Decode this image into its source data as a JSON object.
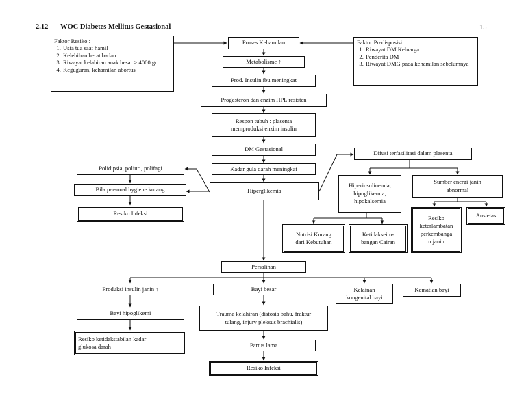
{
  "header": {
    "section_number": "2.12",
    "title": "WOC Diabetes Mellitus Gestasional",
    "page_number": "15"
  },
  "risk_factors": {
    "title": "Faktor Resiko :",
    "items": [
      "Usia tua saat hamil",
      "Kelebihan berat badan",
      "Riwayat kelahiran anak besar > 4000 gr",
      "Keguguran, kehamilan abortus"
    ]
  },
  "predisposition": {
    "title": "Faktor Predisposisi :",
    "items": [
      "Riwayat DM Keluarga",
      "Penderita DM",
      "Riwayat DMG pada kehamilan sebelumnya"
    ]
  },
  "nodes": {
    "proses_kehamilan": "Proses Kehamilan",
    "metabolisme": "Metabolisme ↑",
    "prod_insulin": "Prod. Insulin ibu meningkat",
    "progesteron": "Progesteron dan enzim HPL resisten",
    "respon_tubuh": "Respon tubuh : plasenta\nmemproduksi enzim insulin",
    "dm_gestasional": "DM Gestasional",
    "kadar_gula": "Kadar gula darah meningkat",
    "hiperglikemia": "Hiperglikemia",
    "polidipsia": "Polidipsia, poliuri, polifagi",
    "personal_hygiene": "Bila personal hygiene kurang",
    "resiko_infeksi_1": "Resiko Infeksi",
    "difusi": "Difusi terfasilitasi dalam plasenta",
    "hiperinsulinemia": "Hiperinsulinemia,\nhipoglikemia,\nhipokalsemia",
    "sumber_energi": "Sumber energi janin\nabnormal",
    "nutrisi": "Nutrisi Kurang\ndari Kebutuhan",
    "ketidakseimbangan": "Ketidakseim-\nbangan Cairan",
    "resiko_keterlambatan": "Resiko\nketerlambatan\nperkembanga\nn janin",
    "ansietas": "Ansietas",
    "persalinan": "Persalinan",
    "produksi_insulin_janin": "Produksi insulin janin ↑",
    "bayi_besar": "Bayi besar",
    "kelainan_kongenital": "Kelainan\nkongenital bayi",
    "kematian_bayi": "Kematian bayi",
    "bayi_hipoglikemi": "Bayi hipoglikemi",
    "trauma_kelahiran": "Trauma kelahiran (distosia bahu, fraktur\ntulang, injury pleksus brachialis)",
    "resiko_ketidakstabilan": "Resiko ketidakstabilan kadar\nglukosa darah",
    "partus_lama": "Partus lama",
    "resiko_infeksi_2": "Resiko Infeksi"
  }
}
